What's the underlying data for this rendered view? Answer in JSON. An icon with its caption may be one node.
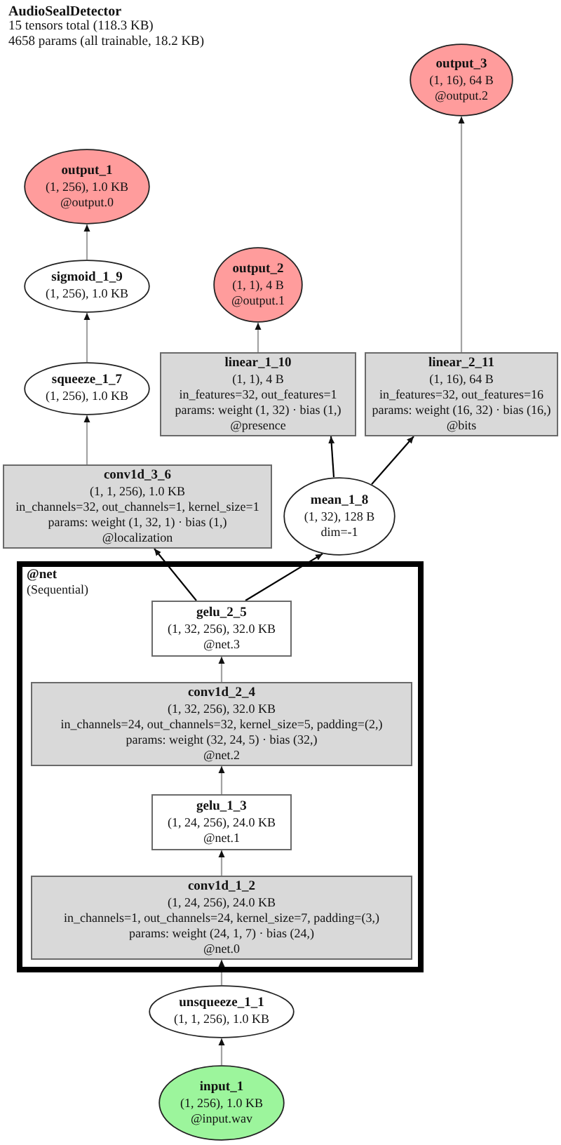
{
  "diagram": {
    "title": "AudioSealDetector",
    "nodes": [
      {
        "text": [
          "output_3",
          "(1, 16), 64 B",
          "@output.2"
        ]
      },
      {
        "text": [
          "output_1",
          "(1, 256), 1.0 KB",
          "@output.0"
        ]
      },
      {
        "text": [
          "output_2",
          "(1, 1), 4 B",
          "@output.1"
        ]
      },
      {
        "text": [
          "sigmoid_1_9",
          "(1, 256), 1.0 KB"
        ]
      },
      {
        "text": [
          "linear_1_10",
          "(1, 1), 4 B",
          "in_features=32, out_features=1",
          "params: weight (1, 32) · bias (1,)",
          "@presence"
        ]
      },
      {
        "text": [
          "linear_2_11",
          "(1, 16), 64 B",
          "in_features=32, out_features=16",
          "params: weight (16, 32) · bias (16,)",
          "@bits"
        ]
      },
      {
        "text": [
          "squeeze_1_7",
          "(1, 256), 1.0 KB"
        ]
      },
      {
        "text": [
          "conv1d_3_6",
          "(1, 1, 256), 1.0 KB",
          "in_channels=32, out_channels=1, kernel_size=1",
          "params: weight (1, 32, 1) · bias (1,)",
          "@localization"
        ]
      },
      {
        "text": [
          "mean_1_8",
          "(1, 32), 128 B",
          "dim=-1"
        ]
      },
      {
        "text": [
          "@net",
          "(Sequential)"
        ]
      },
      {
        "text": [
          "gelu_2_5",
          "(1, 32, 256), 32.0 KB",
          "@net.3"
        ],
        "in": 9
      },
      {
        "text": [
          "conv1d_2_4",
          "(1, 32, 256), 32.0 KB",
          "in_channels=24, out_channels=32, kernel_size=5, padding=(2,)",
          "params: weight (32, 24, 5) · bias (32,)",
          "@net.2"
        ],
        "in": 9
      },
      {
        "text": [
          "gelu_1_3",
          "(1, 24, 256), 24.0 KB",
          "@net.1"
        ],
        "in": 9
      },
      {
        "text": [
          "conv1d_1_2",
          "(1, 24, 256), 24.0 KB",
          "in_channels=1, out_channels=24, kernel_size=7, padding=(3,)",
          "params: weight (24, 1, 7) · bias (24,)",
          "@net.0"
        ],
        "in": 9
      },
      {
        "text": [
          "unsqueeze_1_1",
          "(1, 1, 256), 1.0 KB"
        ]
      },
      {
        "text": [
          "input_1",
          "(1, 256), 1.0 KB",
          "@input.wav"
        ]
      }
    ],
    "edges": [
      {
        "from": 15,
        "to": 14,
        "arrow": "to"
      },
      {
        "from": 14,
        "to": 13,
        "arrow": "to"
      },
      {
        "from": 13,
        "to": 12,
        "arrow": "to"
      },
      {
        "from": 12,
        "to": 11,
        "arrow": "to"
      },
      {
        "from": 11,
        "to": 10,
        "arrow": "to"
      },
      {
        "from": 10,
        "to": 7,
        "arrow": "to",
        "color": "#000000"
      },
      {
        "from": 10,
        "to": 8,
        "arrow": "to",
        "color": "#000000"
      },
      {
        "from": 7,
        "to": 6,
        "arrow": "to"
      },
      {
        "from": 6,
        "to": 3,
        "arrow": "to"
      },
      {
        "from": 3,
        "to": 1,
        "arrow": "to"
      },
      {
        "from": 8,
        "to": 4,
        "arrow": "to",
        "color": "#000000"
      },
      {
        "from": 8,
        "to": 5,
        "arrow": "to",
        "color": "#000000"
      },
      {
        "from": 4,
        "to": 2,
        "arrow": "to"
      },
      {
        "from": 5,
        "to": 0,
        "arrow": "to"
      }
    ],
    "labels": [
      "15 tensors total (118.3 KB)",
      "4658 params (all trainable, 18.2 KB)"
    ]
  }
}
